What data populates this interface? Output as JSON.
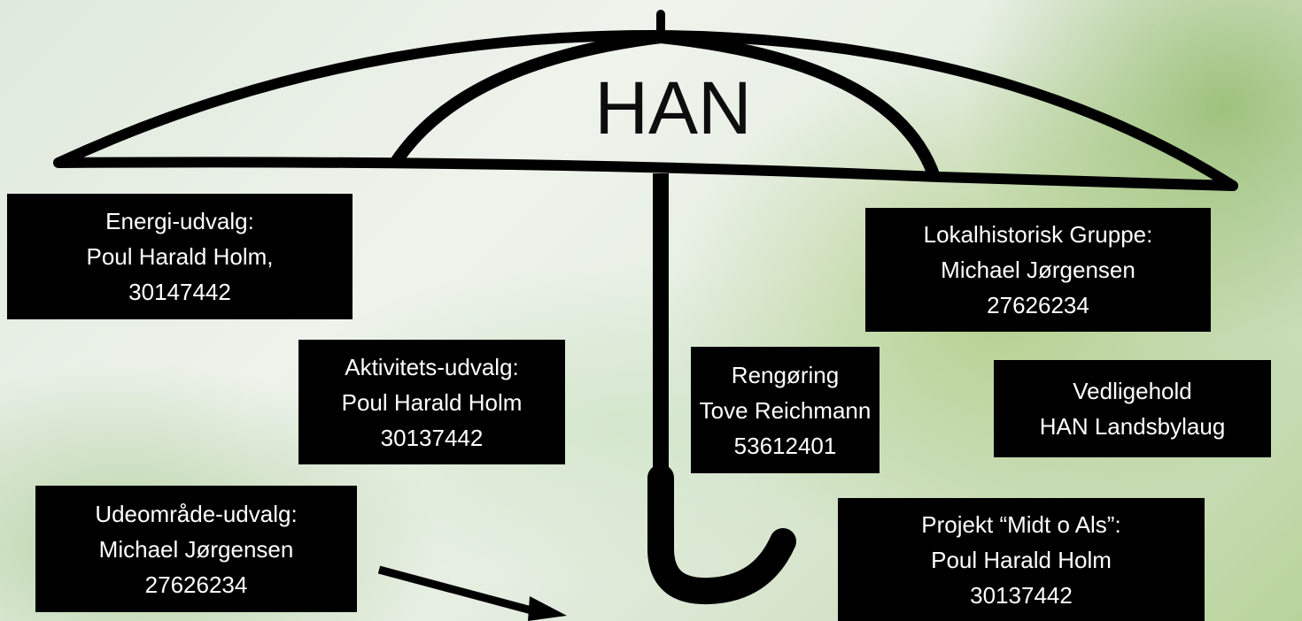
{
  "title": "HAN",
  "groups": [
    {
      "id": "energi",
      "lines": [
        "Energi-udvalg:",
        "Poul Harald Holm,",
        "30147442"
      ]
    },
    {
      "id": "lokalhistorisk",
      "lines": [
        "Lokalhistorisk Gruppe:",
        "Michael Jørgensen",
        "27626234"
      ]
    },
    {
      "id": "aktivitets",
      "lines": [
        "Aktivitets-udvalg:",
        "Poul Harald Holm",
        "30137442"
      ]
    },
    {
      "id": "rengoering",
      "lines": [
        "Rengøring",
        "Tove Reichmann",
        "53612401"
      ]
    },
    {
      "id": "vedligehold",
      "lines": [
        "Vedligehold",
        "HAN Landsbylaug"
      ]
    },
    {
      "id": "udeomraade",
      "lines": [
        "Udeområde-udvalg:",
        "Michael Jørgensen",
        "27626234"
      ]
    },
    {
      "id": "projekt",
      "lines": [
        "Projekt “Midt o Als”:",
        "Poul Harald Holm",
        "30137442"
      ]
    }
  ],
  "colors": {
    "box_bg": "#000000",
    "box_text": "#ffffff",
    "umbrella": "#000000"
  }
}
